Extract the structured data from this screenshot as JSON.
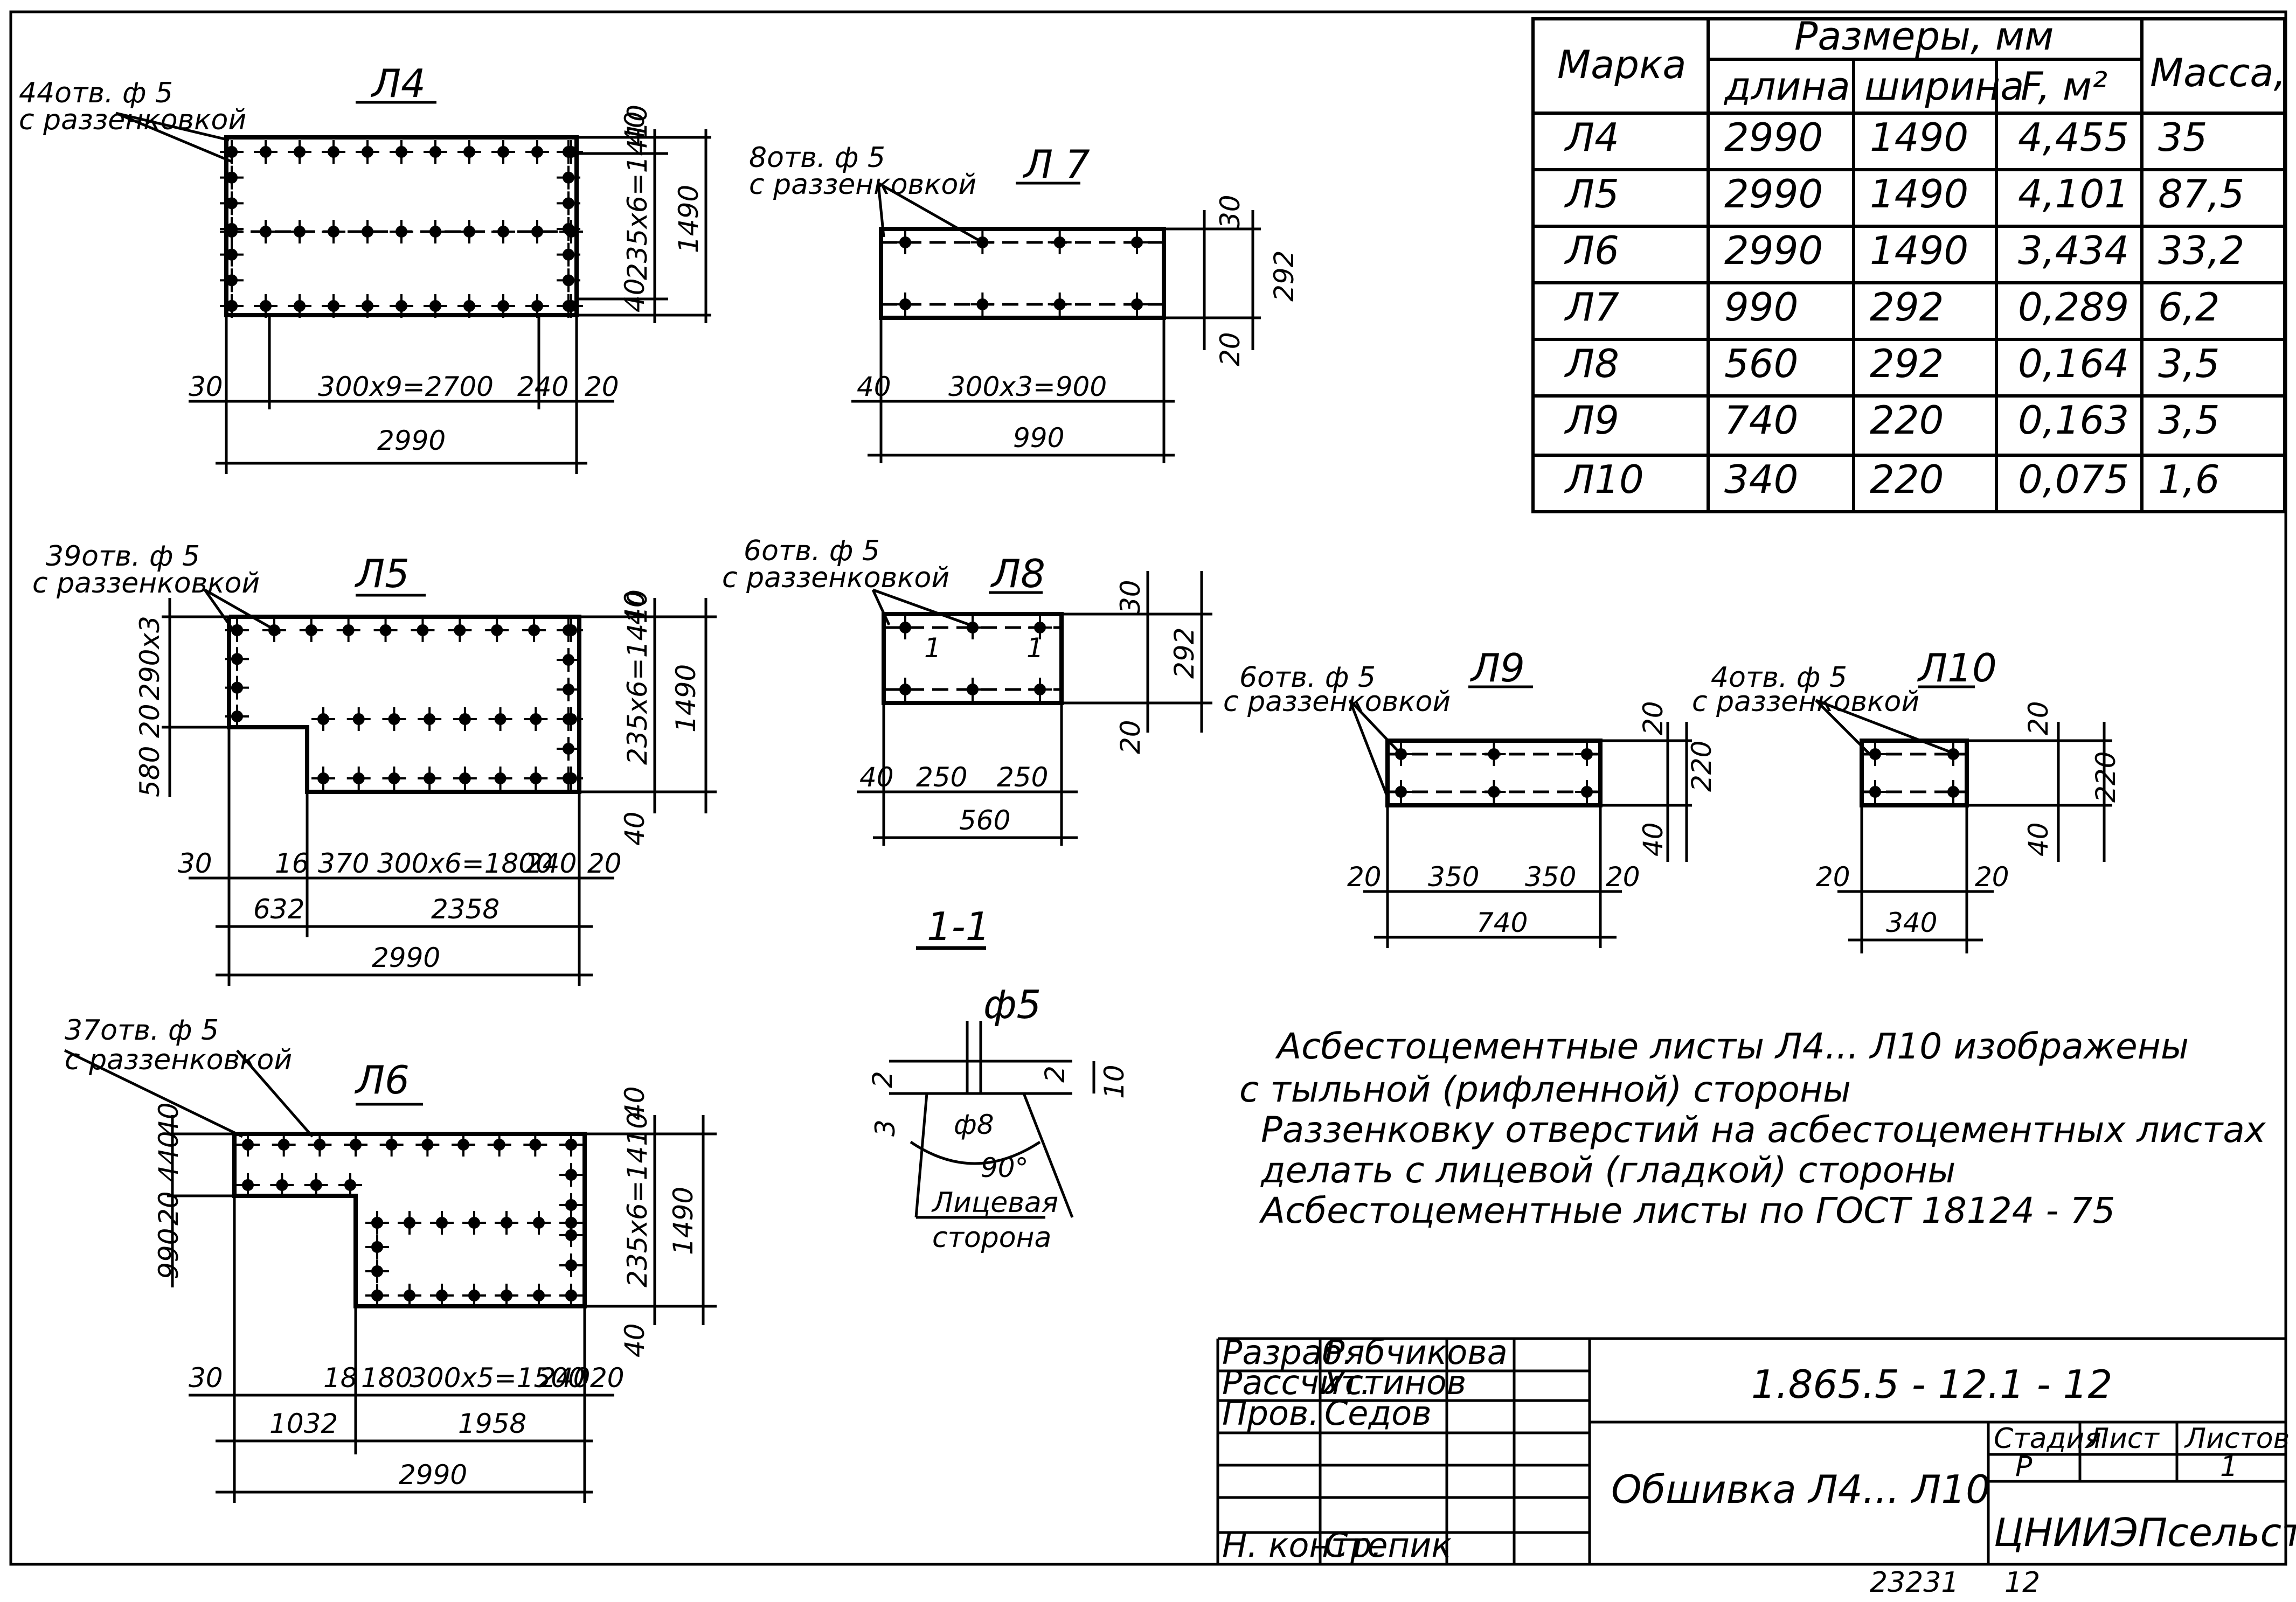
{
  "spec_table": {
    "header": {
      "mark": "Марка",
      "dimensions": "Размеры, мм",
      "length": "длина",
      "width": "ширина",
      "area": "F, м²",
      "mass": "Масса, кг"
    },
    "rows": [
      {
        "mark": "Л4",
        "length": "2990",
        "width": "1490",
        "area": "4,455",
        "mass": "35"
      },
      {
        "mark": "Л5",
        "length": "2990",
        "width": "1490",
        "area": "4,101",
        "mass": "87,5"
      },
      {
        "mark": "Л6",
        "length": "2990",
        "width": "1490",
        "area": "3,434",
        "mass": "33,2"
      },
      {
        "mark": "Л7",
        "length": "990",
        "width": "292",
        "area": "0,289",
        "mass": "6,2"
      },
      {
        "mark": "Л8",
        "length": "560",
        "width": "292",
        "area": "0,164",
        "mass": "3,5"
      },
      {
        "mark": "Л9",
        "length": "740",
        "width": "220",
        "area": "0,163",
        "mass": "3,5"
      },
      {
        "mark": "Л10",
        "length": "340",
        "width": "220",
        "area": "0,075",
        "mass": "1,6"
      }
    ]
  },
  "sheets": {
    "l4": {
      "title": "Л4",
      "holes": "44отв. ф 5",
      "countersink": "с раззенковкой",
      "pitch": "300х9=2700",
      "left": "30",
      "right1": "240",
      "right2": "20",
      "total": "2990",
      "top": "40",
      "bottom": "40",
      "vpitch": "235х6=1410",
      "height": "1490"
    },
    "l7": {
      "title": "Л 7",
      "holes": "8отв. ф 5",
      "countersink": "с раззенковкой",
      "pitch": "300х3=900",
      "left": "40",
      "total": "990",
      "top": "30",
      "bottom": "20",
      "height": "292"
    },
    "l5": {
      "title": "Л5",
      "holes": "39отв. ф 5",
      "countersink": "с раззенковкой",
      "left": "30",
      "d16": "16",
      "d370": "370",
      "pitch": "300х6=1800",
      "right1": "240",
      "right2": "20",
      "d632": "632",
      "d2358": "2358",
      "total": "2990",
      "vl1": "290х3",
      "vl2": "580",
      "vl3": "20",
      "top": "40",
      "vpitch": "235х6=1410",
      "height": "1490",
      "bottom": "40"
    },
    "l8": {
      "title": "Л8",
      "holes": "6отв. ф 5",
      "countersink": "с раззенковкой",
      "left": "40",
      "p1": "250",
      "p2": "250",
      "total": "560",
      "top": "30",
      "height": "292",
      "bottom": "20",
      "sec": "1"
    },
    "l9": {
      "title": "Л9",
      "holes": "6отв. ф 5",
      "countersink": "с раззенковкой",
      "left": "20",
      "p1": "350",
      "p2": "350",
      "right": "20",
      "total": "740",
      "top": "20",
      "height": "220",
      "bottom": "40"
    },
    "l10": {
      "title": "Л10",
      "holes": "4отв. ф 5",
      "countersink": "с раззенковкой",
      "left": "20",
      "right": "20",
      "total": "340",
      "top": "20",
      "height": "220",
      "bottom": "40"
    },
    "l6": {
      "title": "Л6",
      "holes": "37отв. ф 5",
      "countersink": "с раззенковкой",
      "left": "30",
      "d18": "18",
      "d180": "180",
      "pitch": "300х5=1500",
      "right1": "240",
      "right2": "20",
      "d1032": "1032",
      "d1958": "1958",
      "total": "2990",
      "vl1": "990",
      "vl2": "20",
      "vl3": "440",
      "vl4": "40",
      "top": "40",
      "vpitch": "235х6=1410",
      "height": "1490",
      "bottom": "40"
    }
  },
  "section": {
    "title": "1-1",
    "hole": "ф5",
    "countersink_dia": "ф8",
    "angle": "90°",
    "thickness": "10",
    "depth": "3",
    "edge": "2",
    "face_label_1": "Лицевая",
    "face_label_2": "сторона"
  },
  "notes": [
    "Асбестоцементные листы Л4... Л10 изображены",
    "с тыльной (рифленной) стороны",
    "Раззенковку отверстий на асбестоцементных листах",
    "делать с лицевой (гладкой) стороны",
    "Асбестоцементные листы по ГОСТ 18124 - 75"
  ],
  "title_block": {
    "roles": [
      "Разраб.",
      "Рассчит.",
      "Пров.",
      "",
      "",
      "",
      "Н. контр."
    ],
    "names": [
      "Рябчикова",
      "Устинов",
      "Седов",
      "",
      "",
      "",
      "Степик"
    ],
    "doc_number": "1.865.5 - 12.1 - 12",
    "title": "Обшивка Л4... Л10",
    "stage_label": "Стадия",
    "sheet_label": "Лист",
    "sheets_label": "Листов",
    "stage": "Р",
    "sheet": "",
    "sheets": "1",
    "org": "ЦНИИЭПсельстрой"
  },
  "footer": {
    "inventory": "23231",
    "page": "12"
  }
}
